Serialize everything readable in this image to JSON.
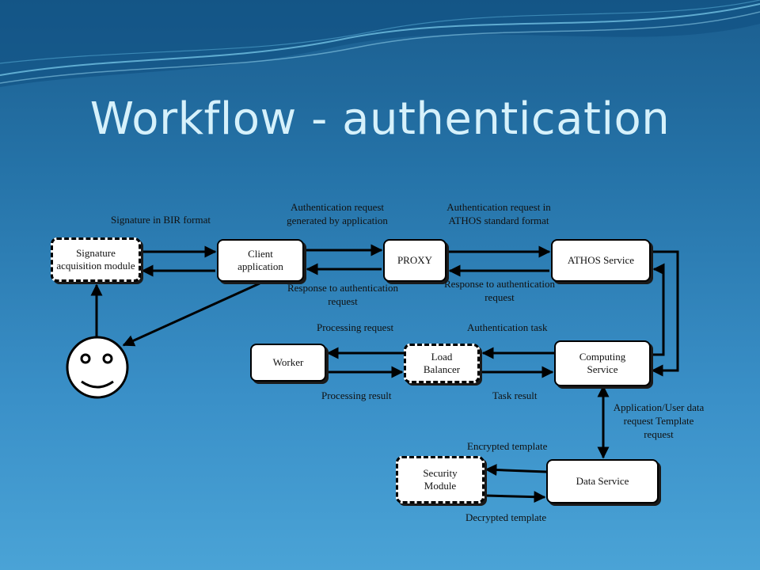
{
  "title": "Workflow - authentication",
  "nodes": {
    "signature_module": "Signature acquisition module",
    "client_app": "Client application",
    "proxy": "PROXY",
    "athos_service": "ATHOS Service",
    "worker": "Worker",
    "load_balancer": "Load Balancer",
    "computing_service": "Computing Service",
    "security_module": "Security Module",
    "data_service": "Data Service"
  },
  "labels": {
    "bir_format": "Signature in BIR format",
    "auth_request_app": "Authentication request generated by application",
    "auth_request_athos": "Authentication request  in  ATHOS standard format",
    "response_client": "Response to authentication request",
    "response_proxy": "Response to authentication request",
    "processing_request": "Processing request",
    "auth_task": "Authentication task",
    "processing_result": "Processing result",
    "task_result": "Task result",
    "data_request": "Application/User data request Template request",
    "encrypted_template": "Encrypted template",
    "decrypted_template": "Decrypted template"
  }
}
